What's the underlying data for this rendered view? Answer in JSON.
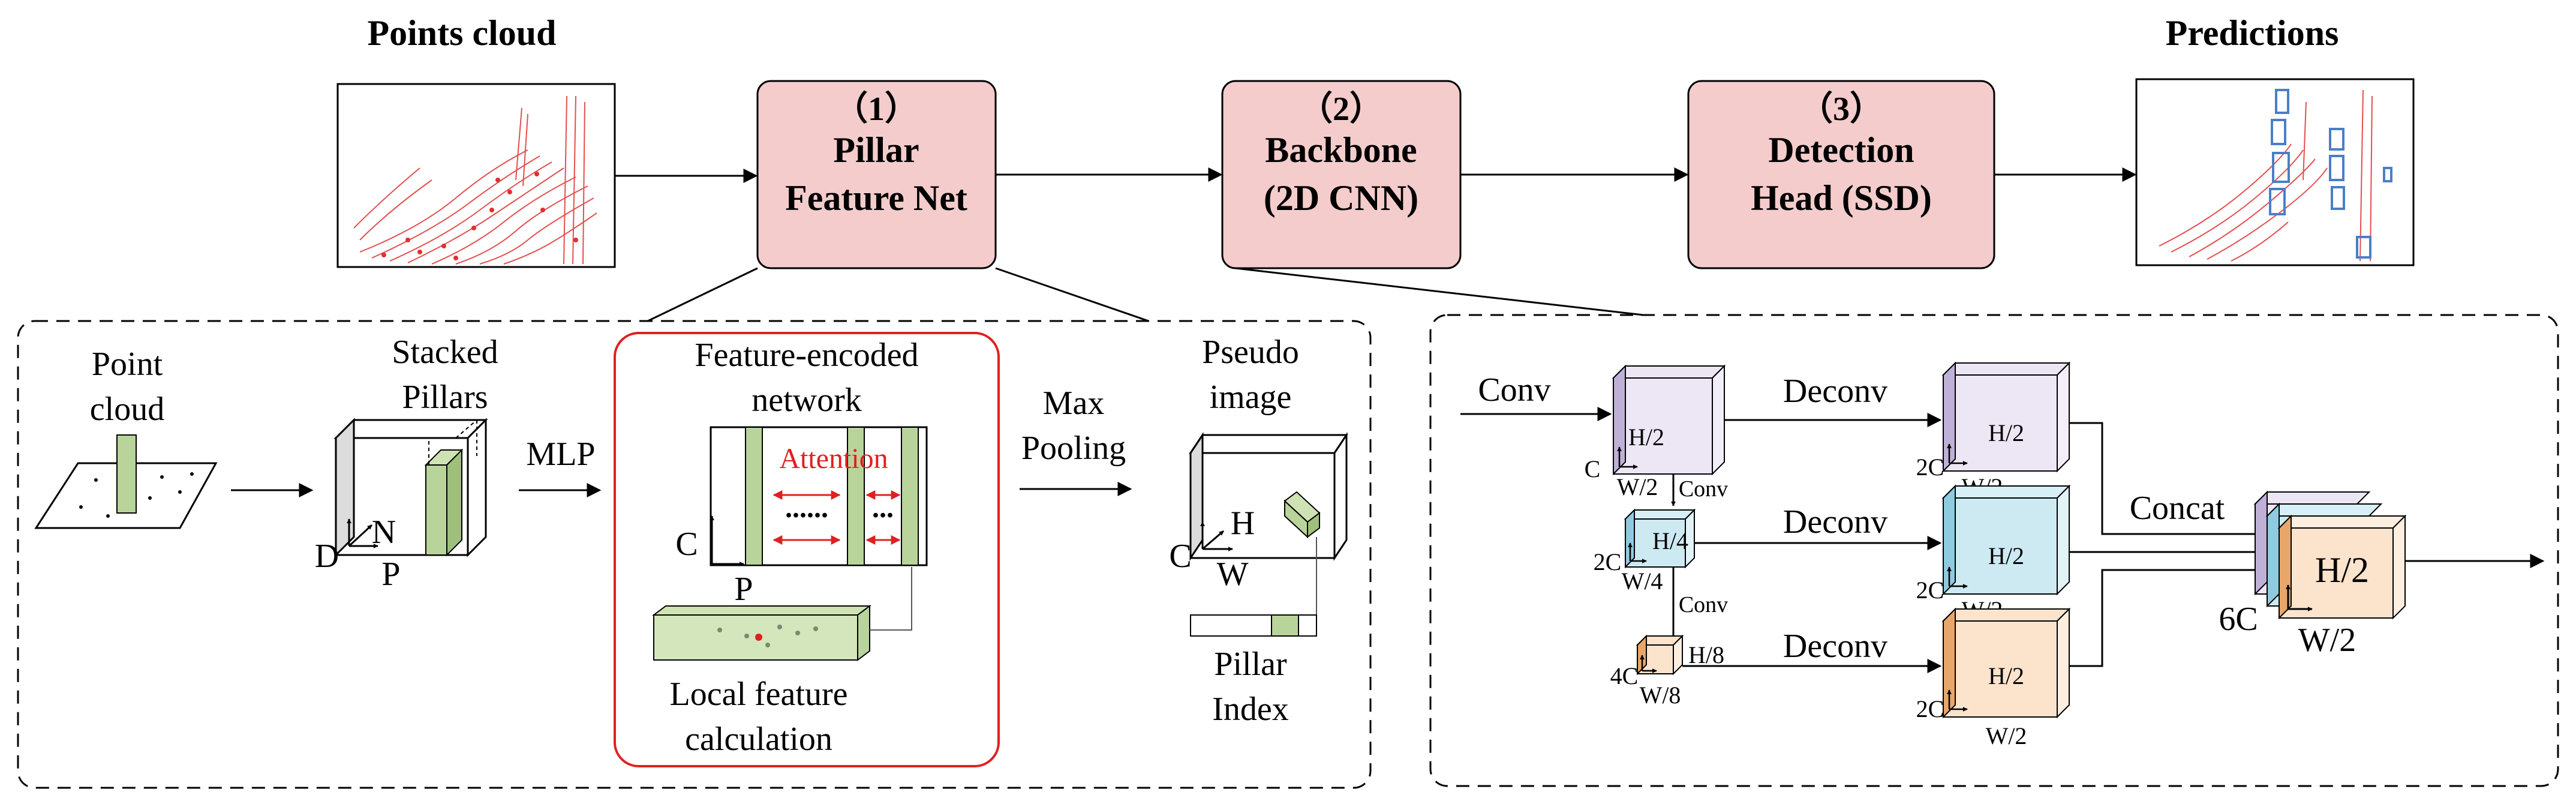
{
  "top": {
    "points_cloud_title": "Points cloud",
    "predictions_title": "Predictions",
    "stage1": {
      "num": "（1）",
      "line1": "Pillar",
      "line2": "Feature Net"
    },
    "stage2": {
      "num": "（2）",
      "line1": "Backbone",
      "line2": "(2D CNN)"
    },
    "stage3": {
      "num": "（3）",
      "line1": "Detection",
      "line2": "Head (SSD)"
    }
  },
  "pfn": {
    "point_cloud_line1": "Point",
    "point_cloud_line2": "cloud",
    "stacked_line1": "Stacked",
    "stacked_line2": "Pillars",
    "label_D": "D",
    "label_N": "N",
    "label_P": "P",
    "mlp": "MLP",
    "fen_line1": "Feature-encoded",
    "fen_line2": "network",
    "attention": "Attention",
    "dots1": "......",
    "dots2": "...",
    "fen_C": "C",
    "fen_P": "P",
    "lfc_line1": "Local feature",
    "lfc_line2": "calculation",
    "maxpool_line1": "Max",
    "maxpool_line2": "Pooling",
    "pseudo_line1": "Pseudo",
    "pseudo_line2": "image",
    "pseudo_C": "C",
    "pseudo_H": "H",
    "pseudo_W": "W",
    "pillar_line1": "Pillar",
    "pillar_line2": "Index"
  },
  "backbone": {
    "conv_in": "Conv",
    "conv1": "Conv",
    "conv2": "Conv",
    "deconv1": "Deconv",
    "deconv2": "Deconv",
    "deconv3": "Deconv",
    "concat": "Concat",
    "b1_H": "H/2",
    "b1_C": "C",
    "b1_W": "W/2",
    "b2_H": "H/4",
    "b2_C": "2C",
    "b2_W": "W/4",
    "b3_H": "H/8",
    "b3_C": "4C",
    "b3_W": "W/8",
    "d1_H": "H/2",
    "d1_C": "2C",
    "d1_W": "W/2",
    "d2_H": "H/2",
    "d2_C": "2C",
    "d2_W": "W/2",
    "d3_H": "H/2",
    "d3_C": "2C",
    "d3_W": "W/2",
    "out_H": "H/2",
    "out_C": "6C",
    "out_W": "W/2"
  },
  "colors": {
    "stage_fill": "#f4cccc",
    "lidar_red": "#e03030",
    "box_blue": "#4a7fc8",
    "block_purple": "#e6dff0",
    "block_blue": "#cdeaf3",
    "block_orange": "#fbe3cc",
    "pillar_green": "#b9d49a",
    "attention_red": "#e02020"
  }
}
